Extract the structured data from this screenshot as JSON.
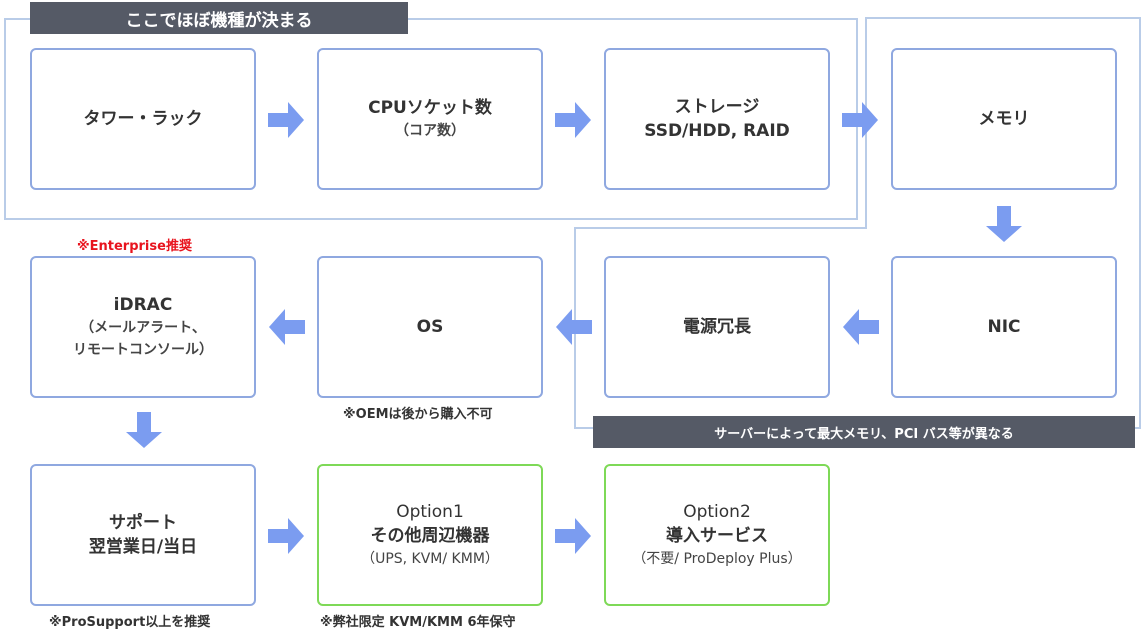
{
  "banners": {
    "top": "ここでほぼ機種が決まる",
    "middle": "サーバーによって最大メモリ、PCI バス等が異なる"
  },
  "boxes": {
    "tower": {
      "line1": "タワー・ラック"
    },
    "cpu": {
      "line1": "CPUソケット数",
      "line2": "（コア数）"
    },
    "storage": {
      "line1": "ストレージ",
      "line2": "SSD/HDD, RAID"
    },
    "memory": {
      "line1": "メモリ"
    },
    "nic": {
      "line1": "NIC"
    },
    "power": {
      "line1": "電源冗長"
    },
    "os": {
      "line1": "OS"
    },
    "idrac": {
      "line1": "iDRAC",
      "line2": "（メールアラート、",
      "line3": "リモートコンソール）"
    },
    "support": {
      "line1": "サポート",
      "line2": "翌営業日/当日"
    },
    "option1": {
      "line1": "Option1",
      "line2": "その他周辺機器",
      "line3": "（UPS, KVM/ KMM）"
    },
    "option2": {
      "line1": "Option2",
      "line2": "導入サービス",
      "line3": "（不要/ ProDeploy Plus）"
    }
  },
  "notes": {
    "enterprise": "※Enterprise推奨",
    "oem": "※OEMは後から購入不可",
    "prosupport": "※ProSupport以上を推奨",
    "kvm": "※弊社限定 KVM/KMM 6年保守"
  },
  "colors": {
    "box_border": "#8fa8e0",
    "option_border": "#7ed957",
    "arrow": "#7b9cf0",
    "banner_bg": "#555a66",
    "group_outline": "#b9cce8",
    "note_red": "#e8141e"
  }
}
